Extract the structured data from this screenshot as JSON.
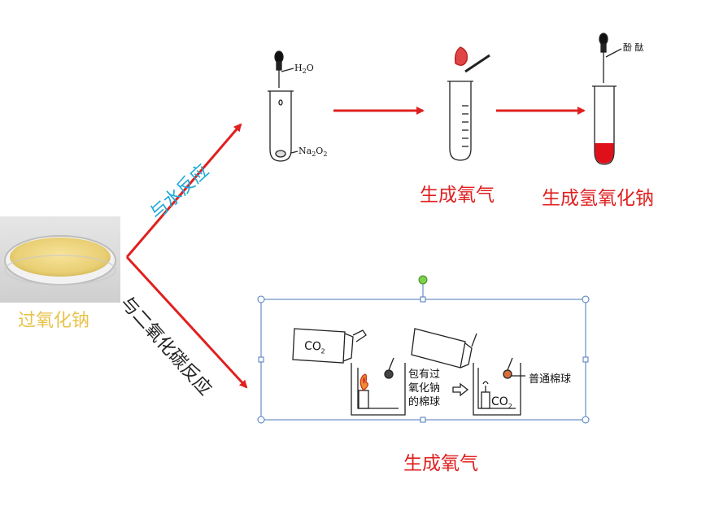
{
  "substance": {
    "name": "过氧化钠"
  },
  "branches": {
    "water": {
      "label": "与水反应"
    },
    "co2": {
      "label": "与二氧化碳反应"
    }
  },
  "results": {
    "water_step1": "生成氧气",
    "water_step2": "生成氢氧化钠",
    "co2": "生成氧气"
  },
  "apparatus": {
    "h2o": "H",
    "h2o_sub": "2",
    "h2o_tail": "O",
    "na2o2": "Na",
    "na2o2_sub": "2",
    "na2o2_mid": "O",
    "na2o2_sub2": "2",
    "indicator": "酚 酞",
    "co2_bottle_1": "CO",
    "co2_bottle_1_sub": "2",
    "co2_bottle_2": "CO",
    "co2_bottle_2_sub": "2",
    "cotton_peroxide": [
      "包有过",
      "氧化钠",
      "的棉球"
    ],
    "cotton_plain": "普通棉球"
  },
  "colors": {
    "arrow": "#e02020",
    "water_label": "#1fa9d6",
    "substance_label": "#e8c34a",
    "solution": "#e0101a",
    "selection": "#4a7ab8"
  }
}
